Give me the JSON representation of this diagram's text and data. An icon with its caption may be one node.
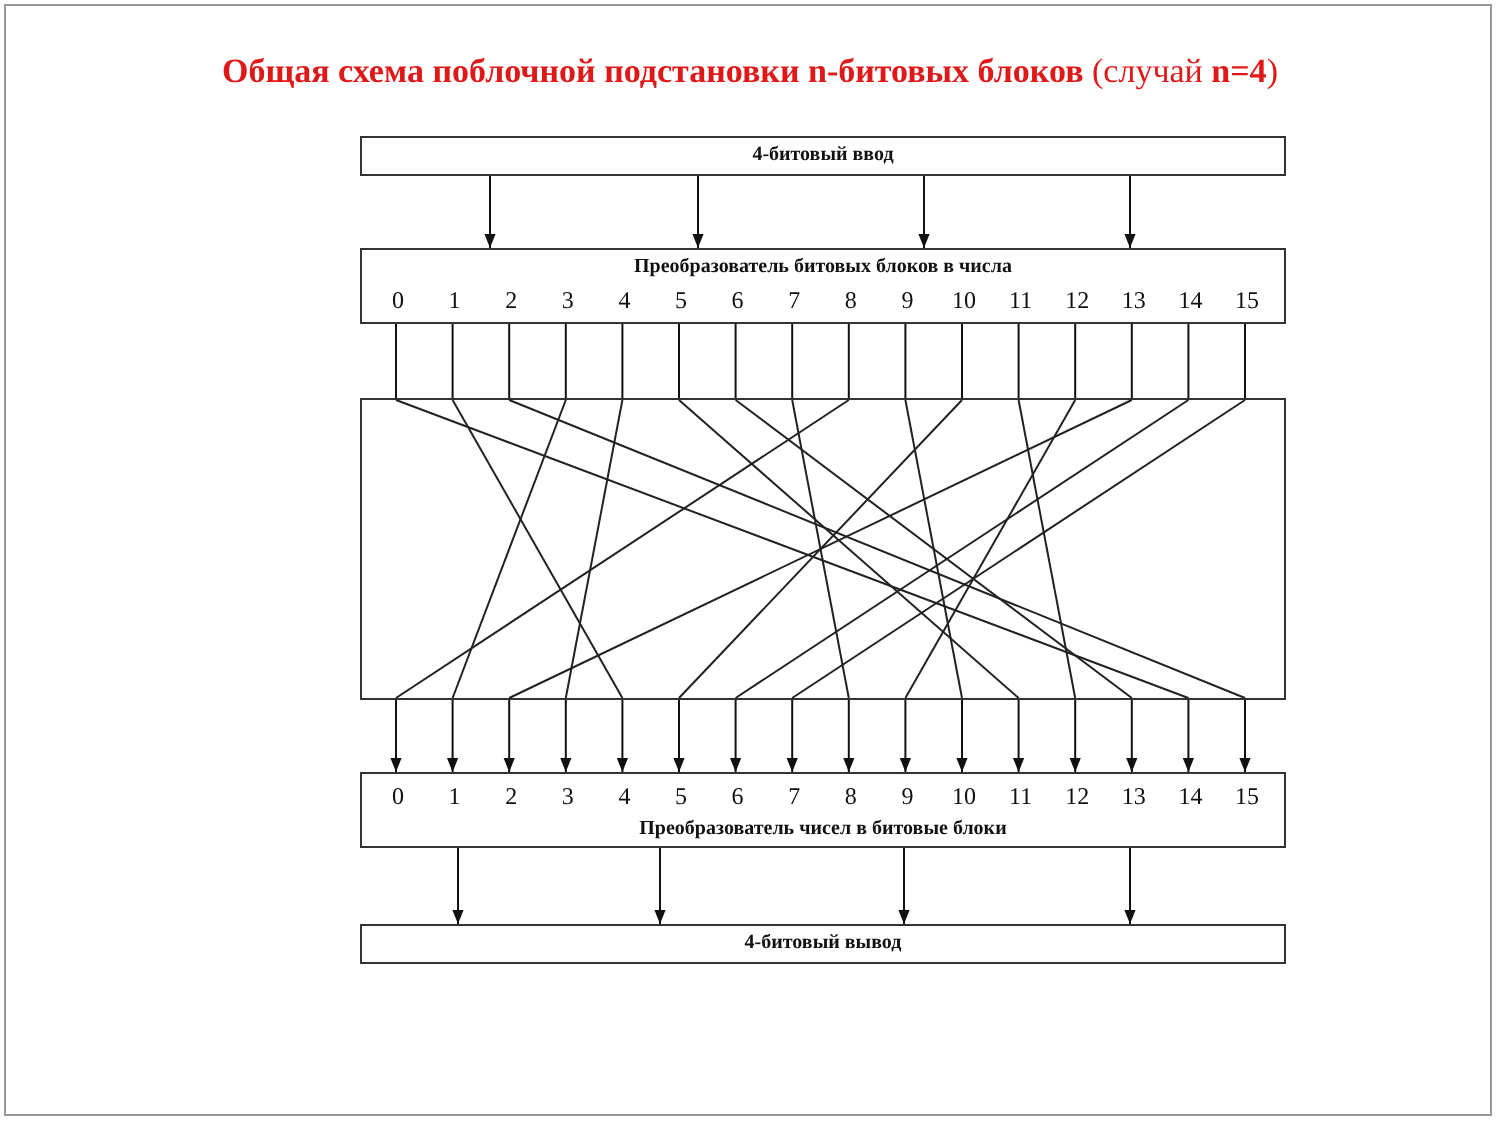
{
  "diagram": {
    "title": "**Общая схема поблочной подстановки n-битовых блоков** (случай **n=4**)",
    "nodes": [
      {
        "text": [
          "4-битовый ввод"
        ]
      },
      {
        "text": [
          "Преобразователь битовых блоков в числа",
          "0",
          "1",
          "2",
          "3",
          "4",
          "5",
          "6",
          "7",
          "8",
          "9",
          "10",
          "11",
          "12",
          "13",
          "14",
          "15"
        ]
      },
      {
        "text": [],
        "shape": "box"
      },
      {
        "text": [
          "0",
          "1",
          "2",
          "3",
          "4",
          "5",
          "6",
          "7",
          "8",
          "9",
          "10",
          "11",
          "12",
          "13",
          "14",
          "15",
          "Преобразователь чисел в битовые блоки"
        ]
      },
      {
        "text": [
          "4-битовый вывод"
        ]
      }
    ],
    "edges": [
      {
        "from": 0,
        "to": 1,
        "arrow": "to"
      },
      {
        "from": 0,
        "to": 1,
        "arrow": "to"
      },
      {
        "from": 0,
        "to": 1,
        "arrow": "to"
      },
      {
        "from": 0,
        "to": 1,
        "arrow": "to"
      },
      {
        "from": 1,
        "to": 2,
        "arrow": "none"
      },
      {
        "from": 1,
        "to": 2,
        "arrow": "none"
      },
      {
        "from": 1,
        "to": 2,
        "arrow": "none"
      },
      {
        "from": 1,
        "to": 2,
        "arrow": "none"
      },
      {
        "from": 1,
        "to": 2,
        "arrow": "none"
      },
      {
        "from": 1,
        "to": 2,
        "arrow": "none"
      },
      {
        "from": 1,
        "to": 2,
        "arrow": "none"
      },
      {
        "from": 1,
        "to": 2,
        "arrow": "none"
      },
      {
        "from": 1,
        "to": 2,
        "arrow": "none"
      },
      {
        "from": 1,
        "to": 2,
        "arrow": "none"
      },
      {
        "from": 1,
        "to": 2,
        "arrow": "none"
      },
      {
        "from": 1,
        "to": 2,
        "arrow": "none"
      },
      {
        "from": 1,
        "to": 2,
        "arrow": "none"
      },
      {
        "from": 1,
        "to": 2,
        "arrow": "none"
      },
      {
        "from": 1,
        "to": 2,
        "arrow": "none"
      },
      {
        "from": 1,
        "to": 2,
        "arrow": "none"
      },
      {
        "from": 2,
        "to": 3,
        "arrow": "to"
      },
      {
        "from": 2,
        "to": 3,
        "arrow": "to"
      },
      {
        "from": 2,
        "to": 3,
        "arrow": "to"
      },
      {
        "from": 2,
        "to": 3,
        "arrow": "to"
      },
      {
        "from": 2,
        "to": 3,
        "arrow": "to"
      },
      {
        "from": 2,
        "to": 3,
        "arrow": "to"
      },
      {
        "from": 2,
        "to": 3,
        "arrow": "to"
      },
      {
        "from": 2,
        "to": 3,
        "arrow": "to"
      },
      {
        "from": 2,
        "to": 3,
        "arrow": "to"
      },
      {
        "from": 2,
        "to": 3,
        "arrow": "to"
      },
      {
        "from": 2,
        "to": 3,
        "arrow": "to"
      },
      {
        "from": 2,
        "to": 3,
        "arrow": "to"
      },
      {
        "from": 2,
        "to": 3,
        "arrow": "to"
      },
      {
        "from": 2,
        "to": 3,
        "arrow": "to"
      },
      {
        "from": 2,
        "to": 3,
        "arrow": "to"
      },
      {
        "from": 2,
        "to": 3,
        "arrow": "to"
      },
      {
        "from": 3,
        "to": 4,
        "arrow": "to"
      },
      {
        "from": 3,
        "to": 4,
        "arrow": "to"
      },
      {
        "from": 3,
        "to": 4,
        "arrow": "to"
      },
      {
        "from": 3,
        "to": 4,
        "arrow": "to"
      }
    ]
  }
}
